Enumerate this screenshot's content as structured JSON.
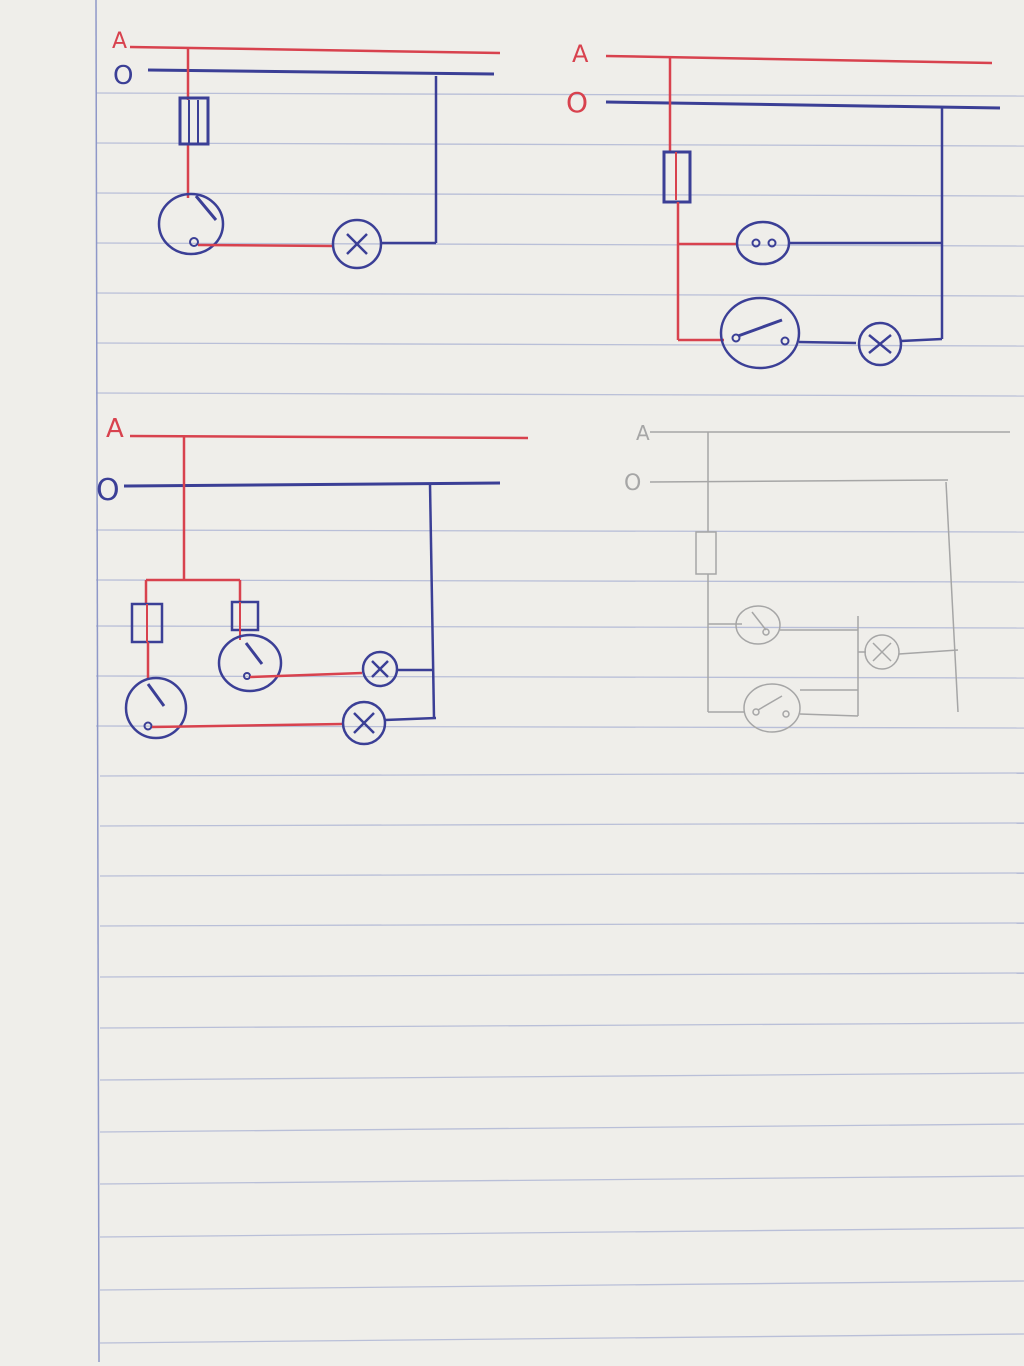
{
  "colors": {
    "paper": "#efeeea",
    "ruling": "#b9bfd8",
    "margin": "#8f98c8",
    "phase_wire": "#d8424e",
    "neutral_wire": "#3b3f96",
    "pencil": "#a6a6a6"
  },
  "diagrams": [
    {
      "id": "single-switch-lamp",
      "phase_label": "A",
      "neutral_label": "O",
      "components": [
        "fuse-icon",
        "switch-icon",
        "lamp-icon"
      ]
    },
    {
      "id": "socket-and-switched-lamp",
      "phase_label": "A",
      "neutral_label": "O",
      "components": [
        "fuse-icon",
        "socket-icon",
        "switch-icon",
        "lamp-icon"
      ]
    },
    {
      "id": "two-switched-lamps",
      "phase_label": "A",
      "neutral_label": "O",
      "components": [
        "fuse-icon",
        "fuse-icon",
        "switch-icon",
        "switch-icon",
        "lamp-icon",
        "lamp-icon"
      ]
    },
    {
      "id": "pencil-two-switch-lamp",
      "phase_label": "A",
      "neutral_label": "O",
      "components": [
        "fuse-icon",
        "switch-icon",
        "switch-icon",
        "lamp-icon"
      ]
    }
  ]
}
